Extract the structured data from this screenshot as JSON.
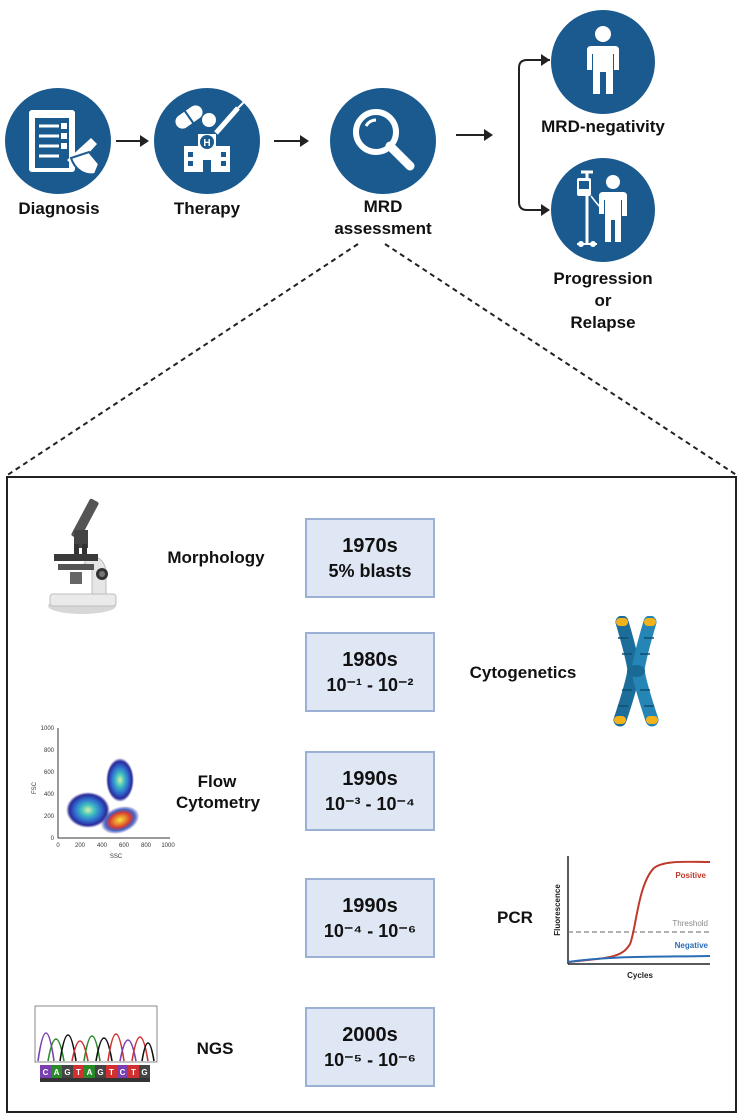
{
  "workflow": {
    "diagnosis": "Diagnosis",
    "therapy": "Therapy",
    "mrd": "MRD\nassessment",
    "negative": "MRD-negativity",
    "progression": "Progression\nor\nRelapse"
  },
  "timeline": [
    {
      "era": "1970s",
      "sens": "5% blasts"
    },
    {
      "era": "1980s",
      "sens": "10⁻¹ - 10⁻²"
    },
    {
      "era": "1990s",
      "sens": "10⁻³ - 10⁻⁴"
    },
    {
      "era": "1990s",
      "sens": "10⁻⁴ - 10⁻⁶"
    },
    {
      "era": "2000s",
      "sens": "10⁻⁵ - 10⁻⁶"
    }
  ],
  "methods": {
    "morphology": "Morphology",
    "cytogenetics": "Cytogenetics",
    "flow": "Flow\nCytometry",
    "pcr": "PCR",
    "ngs": "NGS"
  },
  "flow_plot": {
    "y_label": "FSC",
    "x_label": "SSC",
    "y_ticks": [
      "1000",
      "800",
      "600",
      "400",
      "200",
      "0"
    ],
    "x_ticks": [
      "0",
      "200",
      "400",
      "600",
      "800",
      "1000"
    ]
  },
  "pcr_plot": {
    "y_label": "Fluorescence",
    "x_label": "Cycles",
    "positive": "Positive",
    "threshold": "Threshold",
    "negative": "Negative"
  },
  "ngs_bases": [
    "C",
    "A",
    "G",
    "T",
    "A",
    "G",
    "T",
    "C",
    "T",
    "G"
  ],
  "colors": {
    "primary": "#1b5a8e",
    "box_fill": "#dfe7f4",
    "box_border": "#9ab0d4",
    "positive": "#c0392b",
    "negative": "#2a6db5"
  }
}
